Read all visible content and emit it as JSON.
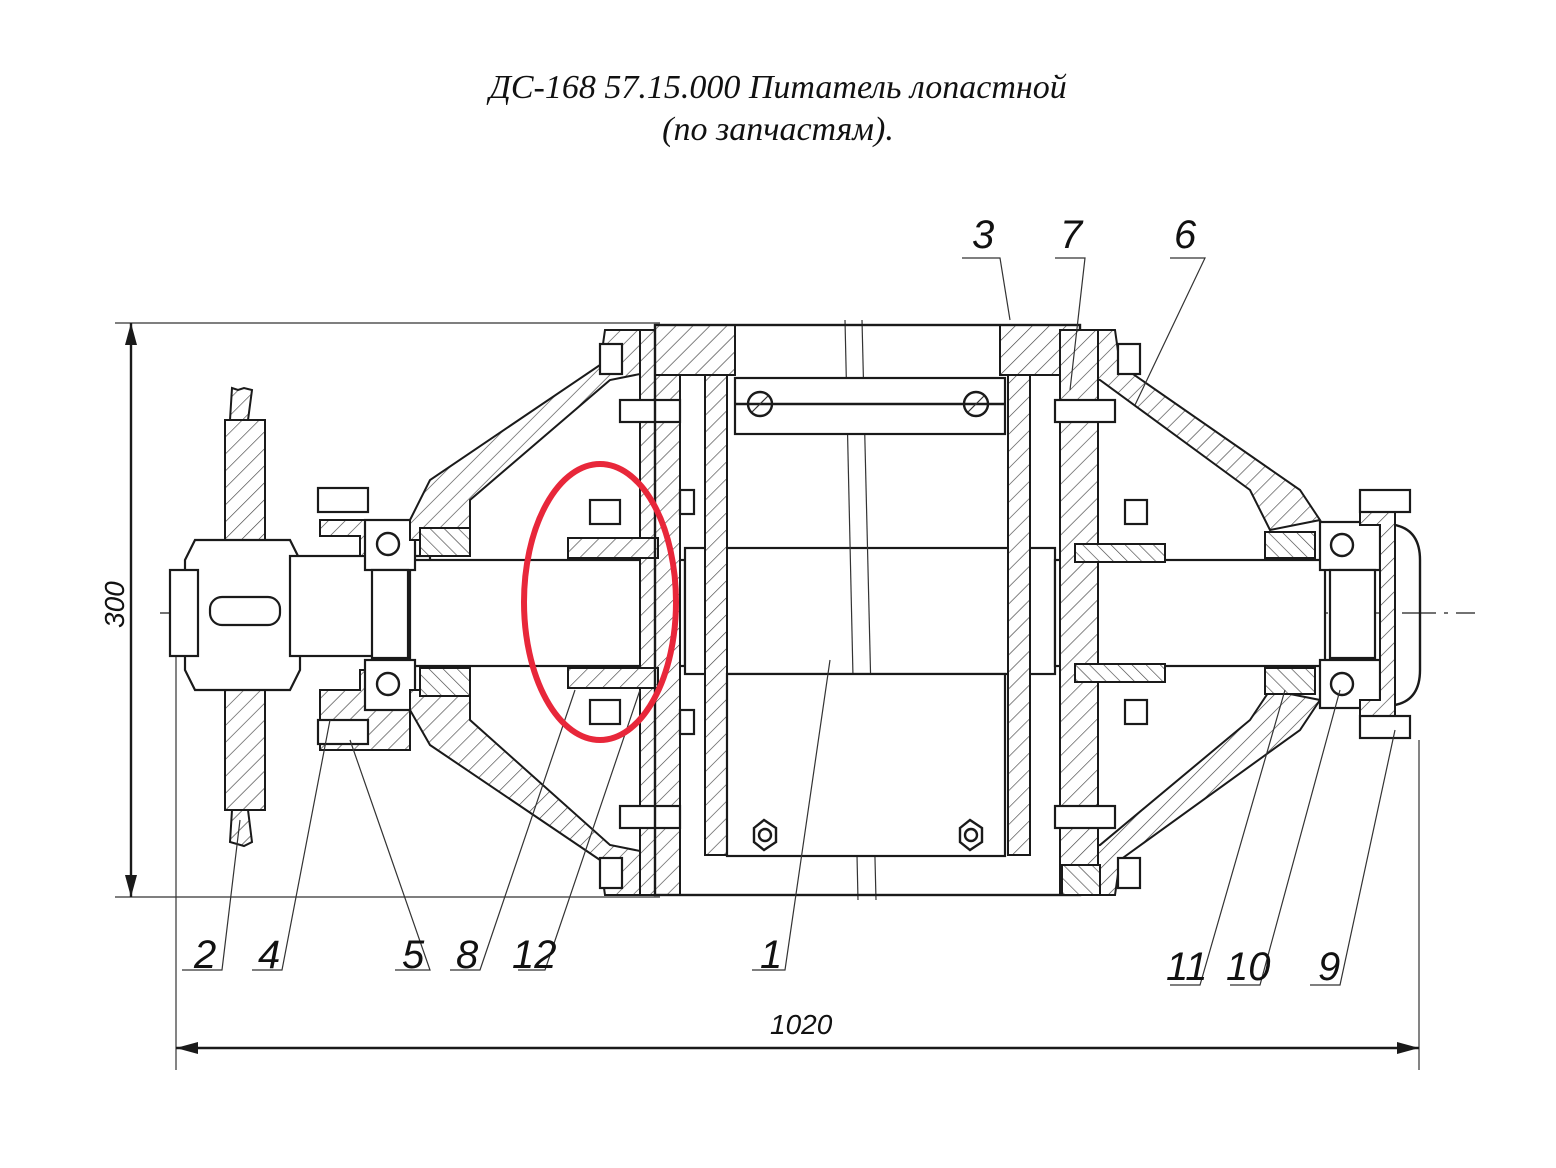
{
  "title_line1": "ДС-168 57.15.000 Питатель лопастной",
  "title_line2": "(по запчастям).",
  "dimensions": {
    "height": "300",
    "length": "1020"
  },
  "callouts": [
    {
      "id": "c1",
      "text": "1"
    },
    {
      "id": "c2",
      "text": "2"
    },
    {
      "id": "c3",
      "text": "3"
    },
    {
      "id": "c4",
      "text": "4"
    },
    {
      "id": "c5",
      "text": "5"
    },
    {
      "id": "c6",
      "text": "6"
    },
    {
      "id": "c7",
      "text": "7"
    },
    {
      "id": "c8",
      "text": "8"
    },
    {
      "id": "c9",
      "text": "9"
    },
    {
      "id": "c10",
      "text": "10"
    },
    {
      "id": "c11",
      "text": "11"
    },
    {
      "id": "c12",
      "text": "12"
    }
  ],
  "highlight": {
    "color": "#e8273a",
    "shape": "ellipse",
    "target": "parts 8 and 12"
  },
  "colors": {
    "ink": "#1a1a1a",
    "background": "#ffffff"
  }
}
